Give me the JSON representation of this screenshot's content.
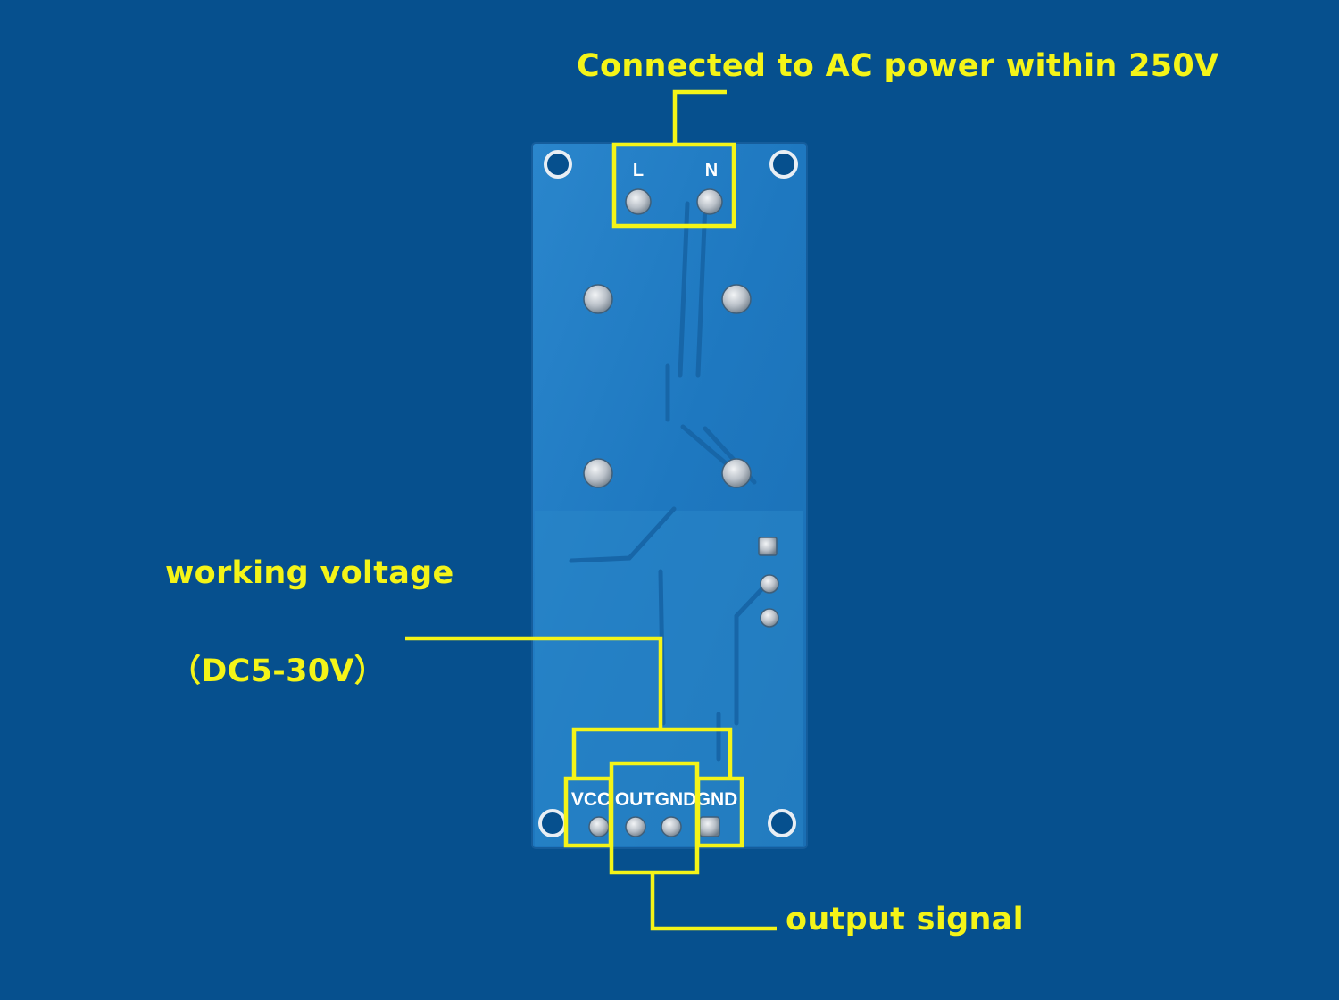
{
  "colors": {
    "background": "#06508e",
    "board": "#1f7bc4",
    "annotation": "#f4f418"
  },
  "callouts": {
    "ac_power": "Connected to AC power within 250V",
    "working_voltage": "working voltage",
    "voltage_range": "（DC5-30V）",
    "output_signal": "output signal"
  },
  "board": {
    "ac_terminals": [
      "L",
      "N"
    ],
    "signal_pins": [
      "VCC",
      "OUT",
      "GND",
      "GND"
    ]
  }
}
